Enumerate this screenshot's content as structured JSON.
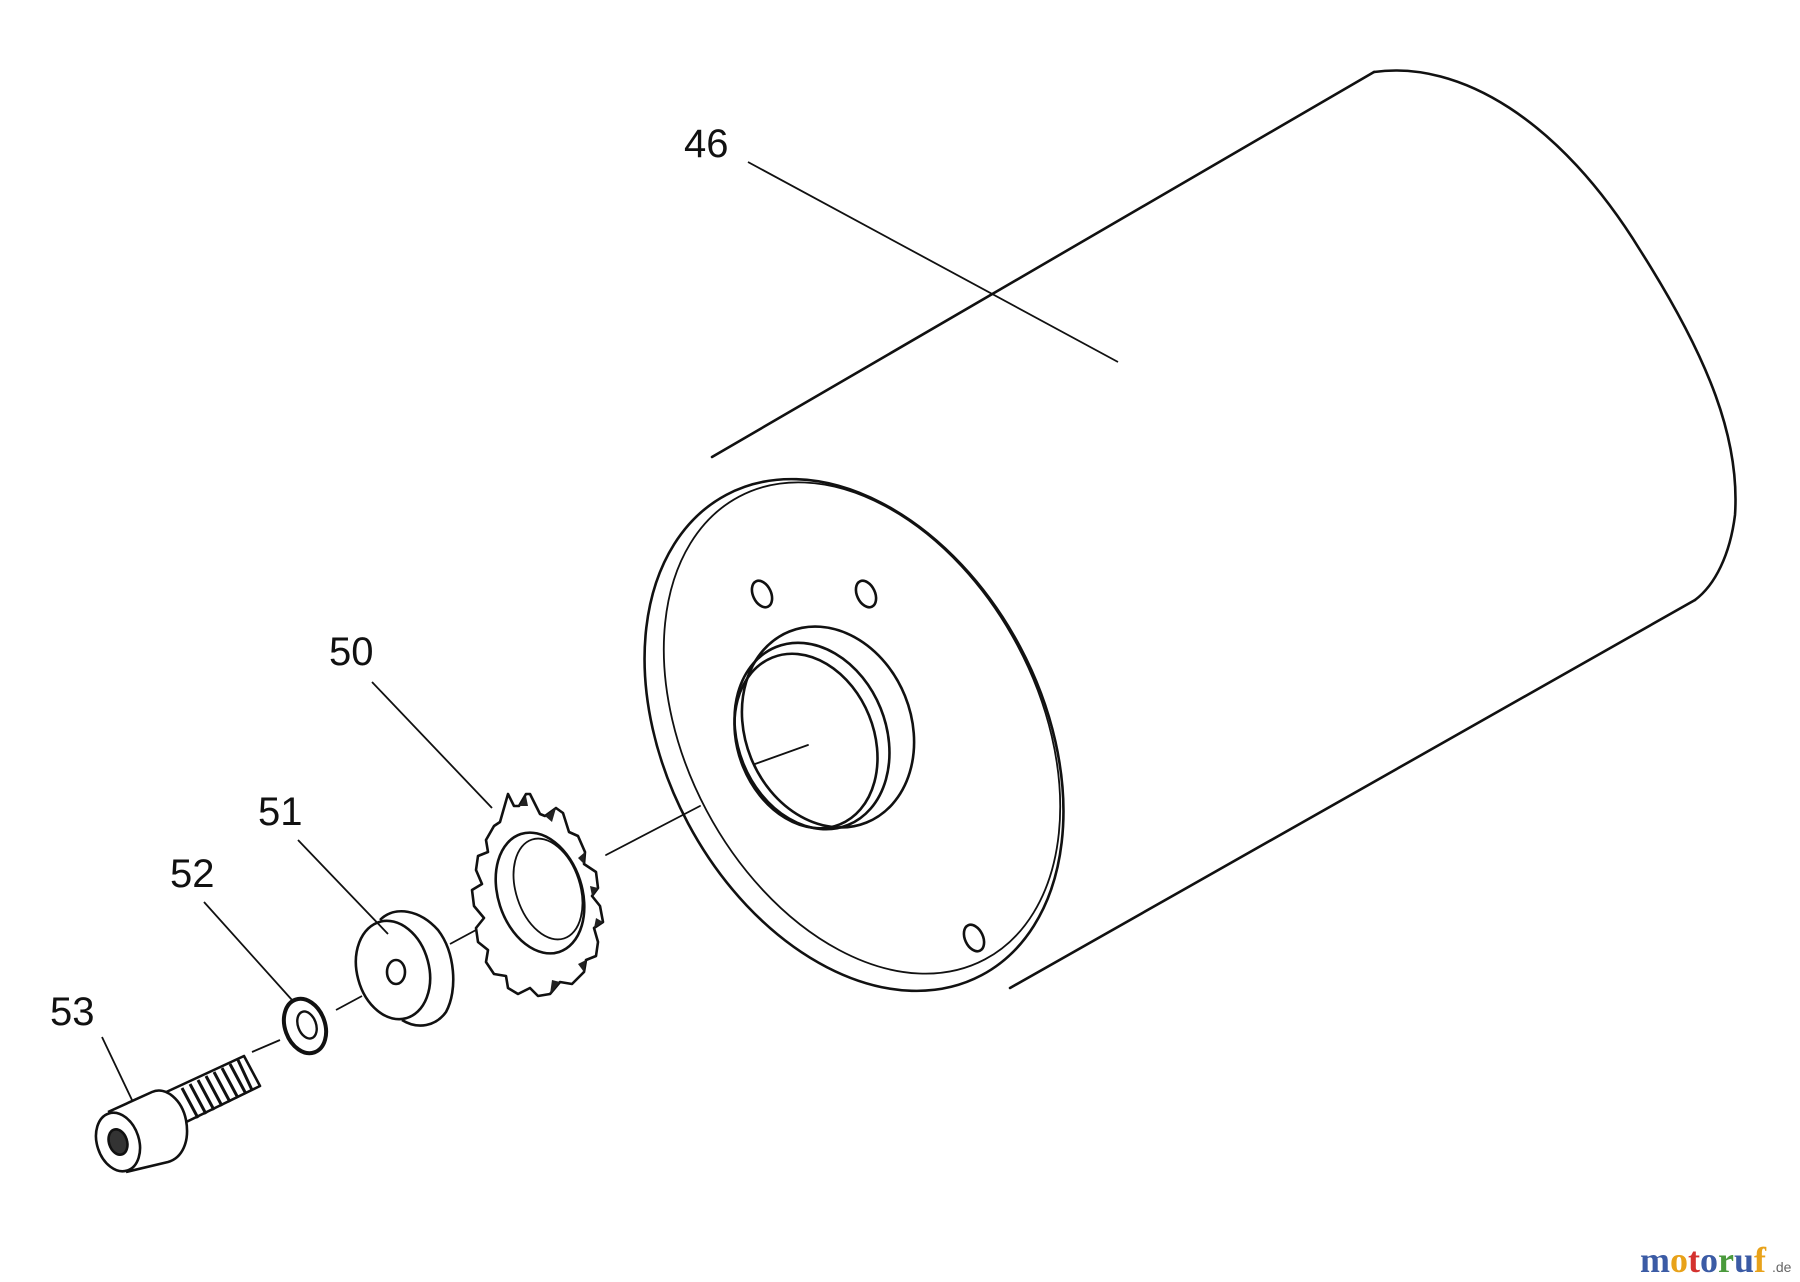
{
  "diagram": {
    "labels": {
      "drum": "46",
      "sprocket": "50",
      "washer": "51",
      "lock_washer": "52",
      "bolt": "53"
    }
  },
  "watermark": {
    "brand": [
      "m",
      "o",
      "t",
      "o",
      "r",
      "u",
      "f"
    ],
    "brand_colors": [
      "#3b5ba5",
      "#e8a21a",
      "#d4322f",
      "#3b5ba5",
      "#4a9a3c",
      "#3b5ba5",
      "#e8a21a"
    ],
    "suffix": ".de"
  }
}
